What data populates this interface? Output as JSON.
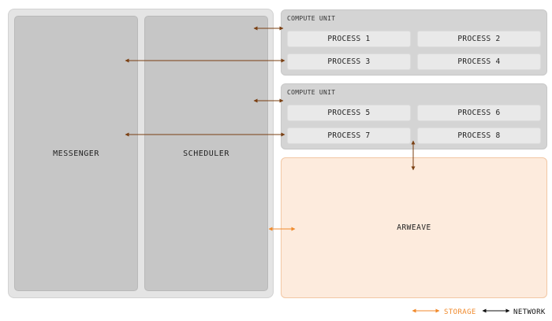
{
  "outer": {
    "messenger_label": "MESSENGER",
    "scheduler_label": "SCHEDULER"
  },
  "compute_units": [
    {
      "label": "COMPUTE UNIT",
      "processes": [
        "PROCESS 1",
        "PROCESS 2",
        "PROCESS 3",
        "PROCESS 4"
      ]
    },
    {
      "label": "COMPUTE UNIT",
      "processes": [
        "PROCESS 5",
        "PROCESS 6",
        "PROCESS 7",
        "PROCESS 8"
      ]
    }
  ],
  "arweave": {
    "label": "ARWEAVE"
  },
  "legend": {
    "storage_label": "STORAGE",
    "network_label": "NETWORK"
  },
  "colors": {
    "storage": "#f08a2c",
    "network": "#7a3f12",
    "legend_network": "#111111"
  }
}
